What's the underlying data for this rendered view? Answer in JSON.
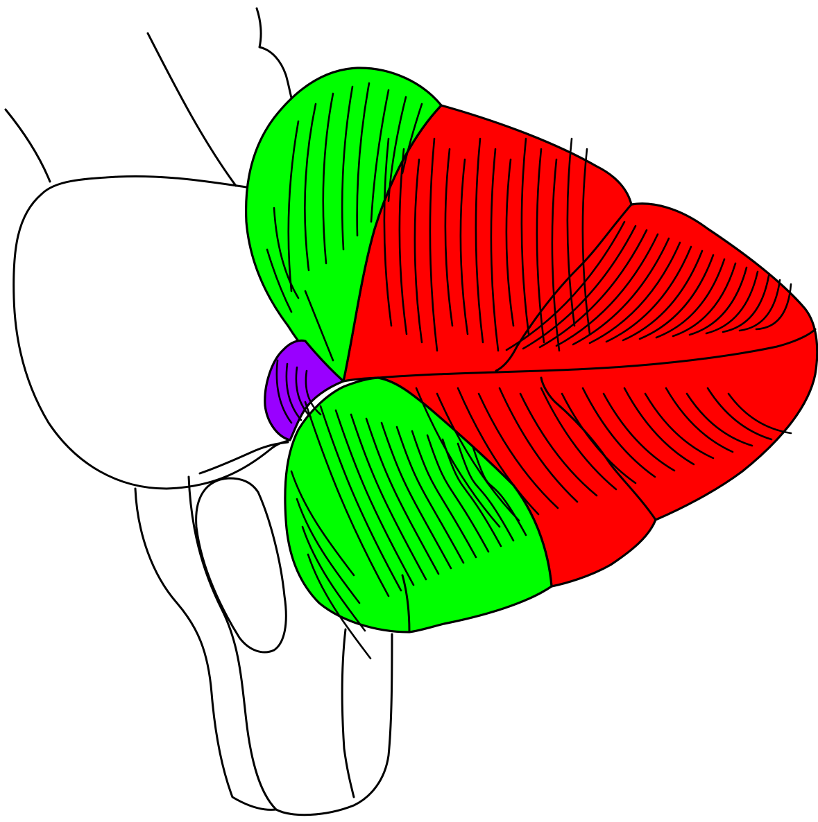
{
  "diagram": {
    "kind": "unlabeled anatomical line drawing",
    "background_color": "#ffffff",
    "outline_color": "#000000",
    "regions": [
      {
        "id": "upper-green-region",
        "fill": "#00ff00"
      },
      {
        "id": "lower-green-region",
        "fill": "#00ff00"
      },
      {
        "id": "red-region",
        "fill": "#ff0000"
      },
      {
        "id": "purple-region",
        "fill": "#9900ff"
      }
    ],
    "uncolored_structures": [
      "left-rounded-structure",
      "upper-stalk-lines",
      "lower-columns"
    ]
  }
}
